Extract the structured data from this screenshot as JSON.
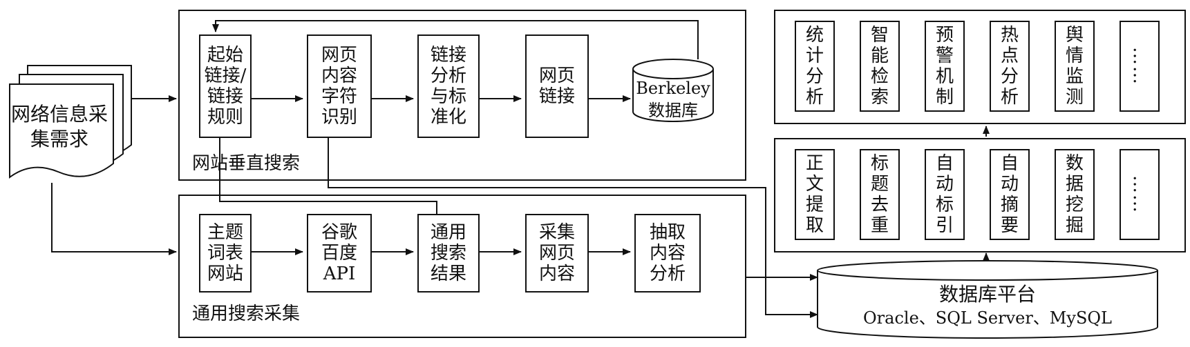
{
  "requirement": {
    "text": "网络信息采集需求"
  },
  "vertical_search": {
    "title": "网站垂直搜索",
    "steps": [
      "起始链接/链接规则",
      "网页内容字符识别",
      "链接分析与标准化",
      "网页链接"
    ],
    "db": {
      "line1": "Berkeley",
      "line2": "数据库"
    }
  },
  "general_search": {
    "title": "通用搜索采集",
    "steps": [
      "主题词表网站",
      "谷歌百度API",
      "通用搜索结果",
      "采集网页内容",
      "抽取内容分析"
    ]
  },
  "db_platform": {
    "title": "数据库平台",
    "subtitle": "Oracle、SQL Server、MySQL"
  },
  "processing": {
    "items": [
      "正文提取",
      "标题去重",
      "自动标引",
      "自动摘要",
      "数据挖掘",
      "……"
    ]
  },
  "applications": {
    "items": [
      "统计分析",
      "智能检索",
      "预警机制",
      "热点分析",
      "舆情监测",
      "……"
    ]
  }
}
